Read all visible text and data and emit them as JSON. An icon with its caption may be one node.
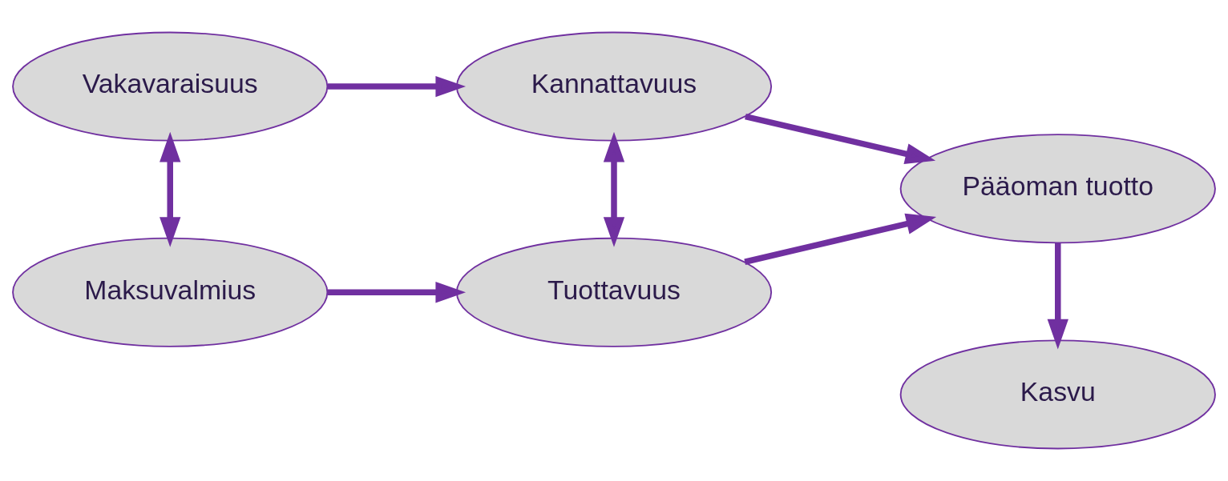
{
  "diagram": {
    "nodes": [
      {
        "text": [
          "Vakavaraisuus"
        ]
      },
      {
        "text": [
          "Kannattavuus"
        ]
      },
      {
        "text": [
          "Maksuvalmius"
        ]
      },
      {
        "text": [
          "Tuottavuus"
        ]
      },
      {
        "text": [
          "Pääoman tuotto"
        ]
      },
      {
        "text": [
          "Kasvu"
        ]
      }
    ],
    "edges": [
      {
        "from": 0,
        "to": 1,
        "arrow": "to"
      },
      {
        "from": 0,
        "to": 2,
        "arrow": "both"
      },
      {
        "from": 1,
        "to": 3,
        "arrow": "both"
      },
      {
        "from": 2,
        "to": 3,
        "arrow": "to"
      },
      {
        "from": 1,
        "to": 4,
        "arrow": "to"
      },
      {
        "from": 3,
        "to": 4,
        "arrow": "to"
      },
      {
        "from": 4,
        "to": 5,
        "arrow": "to"
      }
    ]
  }
}
